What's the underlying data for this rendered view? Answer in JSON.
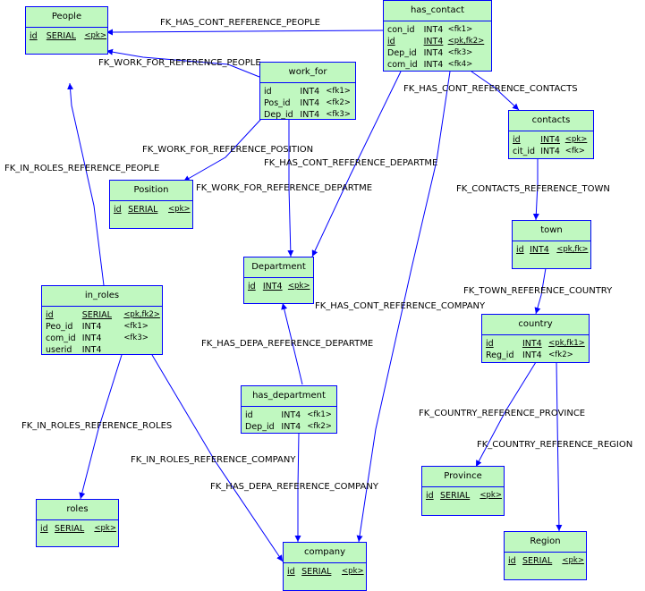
{
  "diagram": {
    "colors": {
      "entity_fill": "#c0f8c0",
      "border": "#0000ff",
      "line": "#0000ff"
    },
    "entities": {
      "people": {
        "title": "People",
        "columns": [
          {
            "name": "id",
            "type": "SERIAL",
            "key": "<pk>",
            "pk": true
          }
        ]
      },
      "has_contact": {
        "title": "has_contact",
        "columns": [
          {
            "name": "con_id",
            "type": "INT4",
            "key": "<fk1>",
            "pk": false
          },
          {
            "name": "id",
            "type": "INT4",
            "key": "<pk,fk2>",
            "pk": true
          },
          {
            "name": "Dep_id",
            "type": "INT4",
            "key": "<fk3>",
            "pk": false
          },
          {
            "name": "com_id",
            "type": "INT4",
            "key": "<fk4>",
            "pk": false
          }
        ]
      },
      "work_for": {
        "title": "work_for",
        "columns": [
          {
            "name": "id",
            "type": "INT4",
            "key": "<fk1>",
            "pk": false
          },
          {
            "name": "Pos_id",
            "type": "INT4",
            "key": "<fk2>",
            "pk": false
          },
          {
            "name": "Dep_id",
            "type": "INT4",
            "key": "<fk3>",
            "pk": false
          }
        ]
      },
      "contacts": {
        "title": "contacts",
        "columns": [
          {
            "name": "id",
            "type": "INT4",
            "key": "<pk>",
            "pk": true
          },
          {
            "name": "cit_id",
            "type": "INT4",
            "key": "<fk>",
            "pk": false
          }
        ]
      },
      "position": {
        "title": "Position",
        "columns": [
          {
            "name": "id",
            "type": "SERIAL",
            "key": "<pk>",
            "pk": true
          }
        ]
      },
      "town": {
        "title": "town",
        "columns": [
          {
            "name": "id",
            "type": "INT4",
            "key": "<pk,fk>",
            "pk": true
          }
        ]
      },
      "department": {
        "title": "Department",
        "columns": [
          {
            "name": "id",
            "type": "INT4",
            "key": "<pk>",
            "pk": true
          }
        ]
      },
      "in_roles": {
        "title": "in_roles",
        "columns": [
          {
            "name": "id",
            "type": "SERIAL",
            "key": "<pk,fk2>",
            "pk": true
          },
          {
            "name": "Peo_id",
            "type": "INT4",
            "key": "<fk1>",
            "pk": false
          },
          {
            "name": "com_id",
            "type": "INT4",
            "key": "<fk3>",
            "pk": false
          },
          {
            "name": "userid",
            "type": "INT4",
            "key": "",
            "pk": false
          }
        ]
      },
      "country": {
        "title": "country",
        "columns": [
          {
            "name": "id",
            "type": "INT4",
            "key": "<pk,fk1>",
            "pk": true
          },
          {
            "name": "Reg_id",
            "type": "INT4",
            "key": "<fk2>",
            "pk": false
          }
        ]
      },
      "has_department": {
        "title": "has_department",
        "columns": [
          {
            "name": "id",
            "type": "INT4",
            "key": "<fk1>",
            "pk": false
          },
          {
            "name": "Dep_id",
            "type": "INT4",
            "key": "<fk2>",
            "pk": false
          }
        ]
      },
      "province": {
        "title": "Province",
        "columns": [
          {
            "name": "id",
            "type": "SERIAL",
            "key": "<pk>",
            "pk": true
          }
        ]
      },
      "roles": {
        "title": "roles",
        "columns": [
          {
            "name": "id",
            "type": "SERIAL",
            "key": "<pk>",
            "pk": true
          }
        ]
      },
      "company": {
        "title": "company",
        "columns": [
          {
            "name": "id",
            "type": "SERIAL",
            "key": "<pk>",
            "pk": true
          }
        ]
      },
      "region": {
        "title": "Region",
        "columns": [
          {
            "name": "id",
            "type": "SERIAL",
            "key": "<pk>",
            "pk": true
          }
        ]
      }
    },
    "relationships": [
      {
        "name": "FK_HAS_CONT_REFERENCE_PEOPLE",
        "from": "has_contact",
        "to": "people"
      },
      {
        "name": "FK_WORK_FOR_REFERENCE_PEOPLE",
        "from": "work_for",
        "to": "people"
      },
      {
        "name": "FK_WORK_FOR_REFERENCE_POSITION",
        "from": "work_for",
        "to": "position"
      },
      {
        "name": "FK_HAS_CONT_REFERENCE_DEPARTME",
        "from": "has_contact",
        "to": "department"
      },
      {
        "name": "FK_WORK_FOR_REFERENCE_DEPARTME",
        "from": "work_for",
        "to": "department"
      },
      {
        "name": "FK_HAS_CONT_REFERENCE_CONTACTS",
        "from": "has_contact",
        "to": "contacts"
      },
      {
        "name": "FK_HAS_CONT_REFERENCE_COMPANY",
        "from": "has_contact",
        "to": "company"
      },
      {
        "name": "FK_IN_ROLES_REFERENCE_PEOPLE",
        "from": "in_roles",
        "to": "people"
      },
      {
        "name": "FK_CONTACTS_REFERENCE_TOWN",
        "from": "contacts",
        "to": "town"
      },
      {
        "name": "FK_TOWN_REFERENCE_COUNTRY",
        "from": "town",
        "to": "country"
      },
      {
        "name": "FK_HAS_DEPA_REFERENCE_DEPARTME",
        "from": "has_department",
        "to": "department"
      },
      {
        "name": "FK_IN_ROLES_REFERENCE_ROLES",
        "from": "in_roles",
        "to": "roles"
      },
      {
        "name": "FK_IN_ROLES_REFERENCE_COMPANY",
        "from": "in_roles",
        "to": "company"
      },
      {
        "name": "FK_HAS_DEPA_REFERENCE_COMPANY",
        "from": "has_department",
        "to": "company"
      },
      {
        "name": "FK_COUNTRY_REFERENCE_PROVINCE",
        "from": "country",
        "to": "province"
      },
      {
        "name": "FK_COUNTRY_REFERENCE_REGION",
        "from": "country",
        "to": "region"
      }
    ]
  }
}
